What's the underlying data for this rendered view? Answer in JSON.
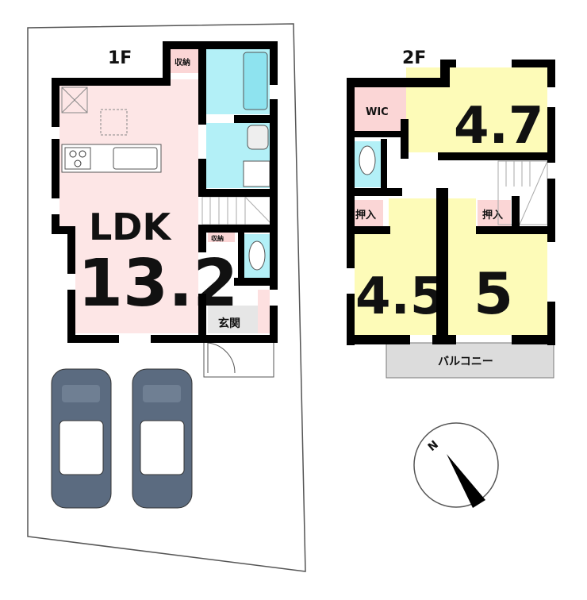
{
  "floor1": {
    "label": "1F",
    "ldk_name": "LDK",
    "ldk_size": "13.2",
    "storage_top": "収納",
    "storage_mid": "収納",
    "entrance": "玄関"
  },
  "floor2": {
    "label": "2F",
    "wic": "WIC",
    "room_a": "4.7",
    "room_b": "4.5",
    "room_c": "5",
    "closet_left": "押入",
    "closet_right": "押入",
    "balcony": "バルコニー"
  },
  "compass": {
    "north": "N"
  },
  "colors": {
    "ldk": "#fde6e6",
    "wet": "#b3f0f7",
    "room": "#fdfbb8",
    "storage": "#fbd6d6",
    "balcony": "#dcdcdc",
    "wall": "#000000"
  }
}
